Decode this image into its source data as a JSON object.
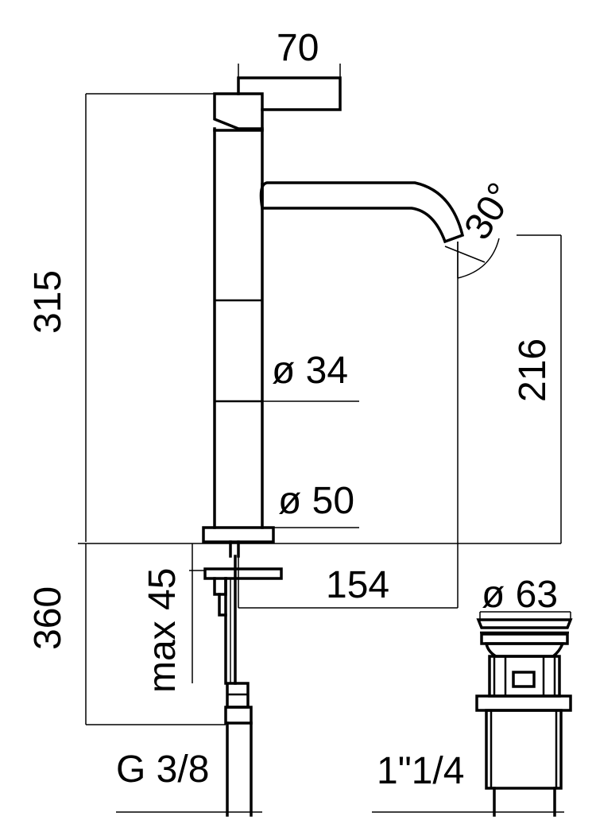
{
  "dimensions": {
    "handle_width": "70",
    "total_height": "315",
    "spout_angle": "30°",
    "spout_height": "216",
    "body_diameter": "ø 34",
    "base_diameter": "ø 50",
    "spout_reach": "154",
    "below_counter": "360",
    "max_thickness": "max 45",
    "supply_thread": "G 3/8",
    "waste_diameter": "ø 63",
    "waste_thread": "1\"1/4"
  }
}
